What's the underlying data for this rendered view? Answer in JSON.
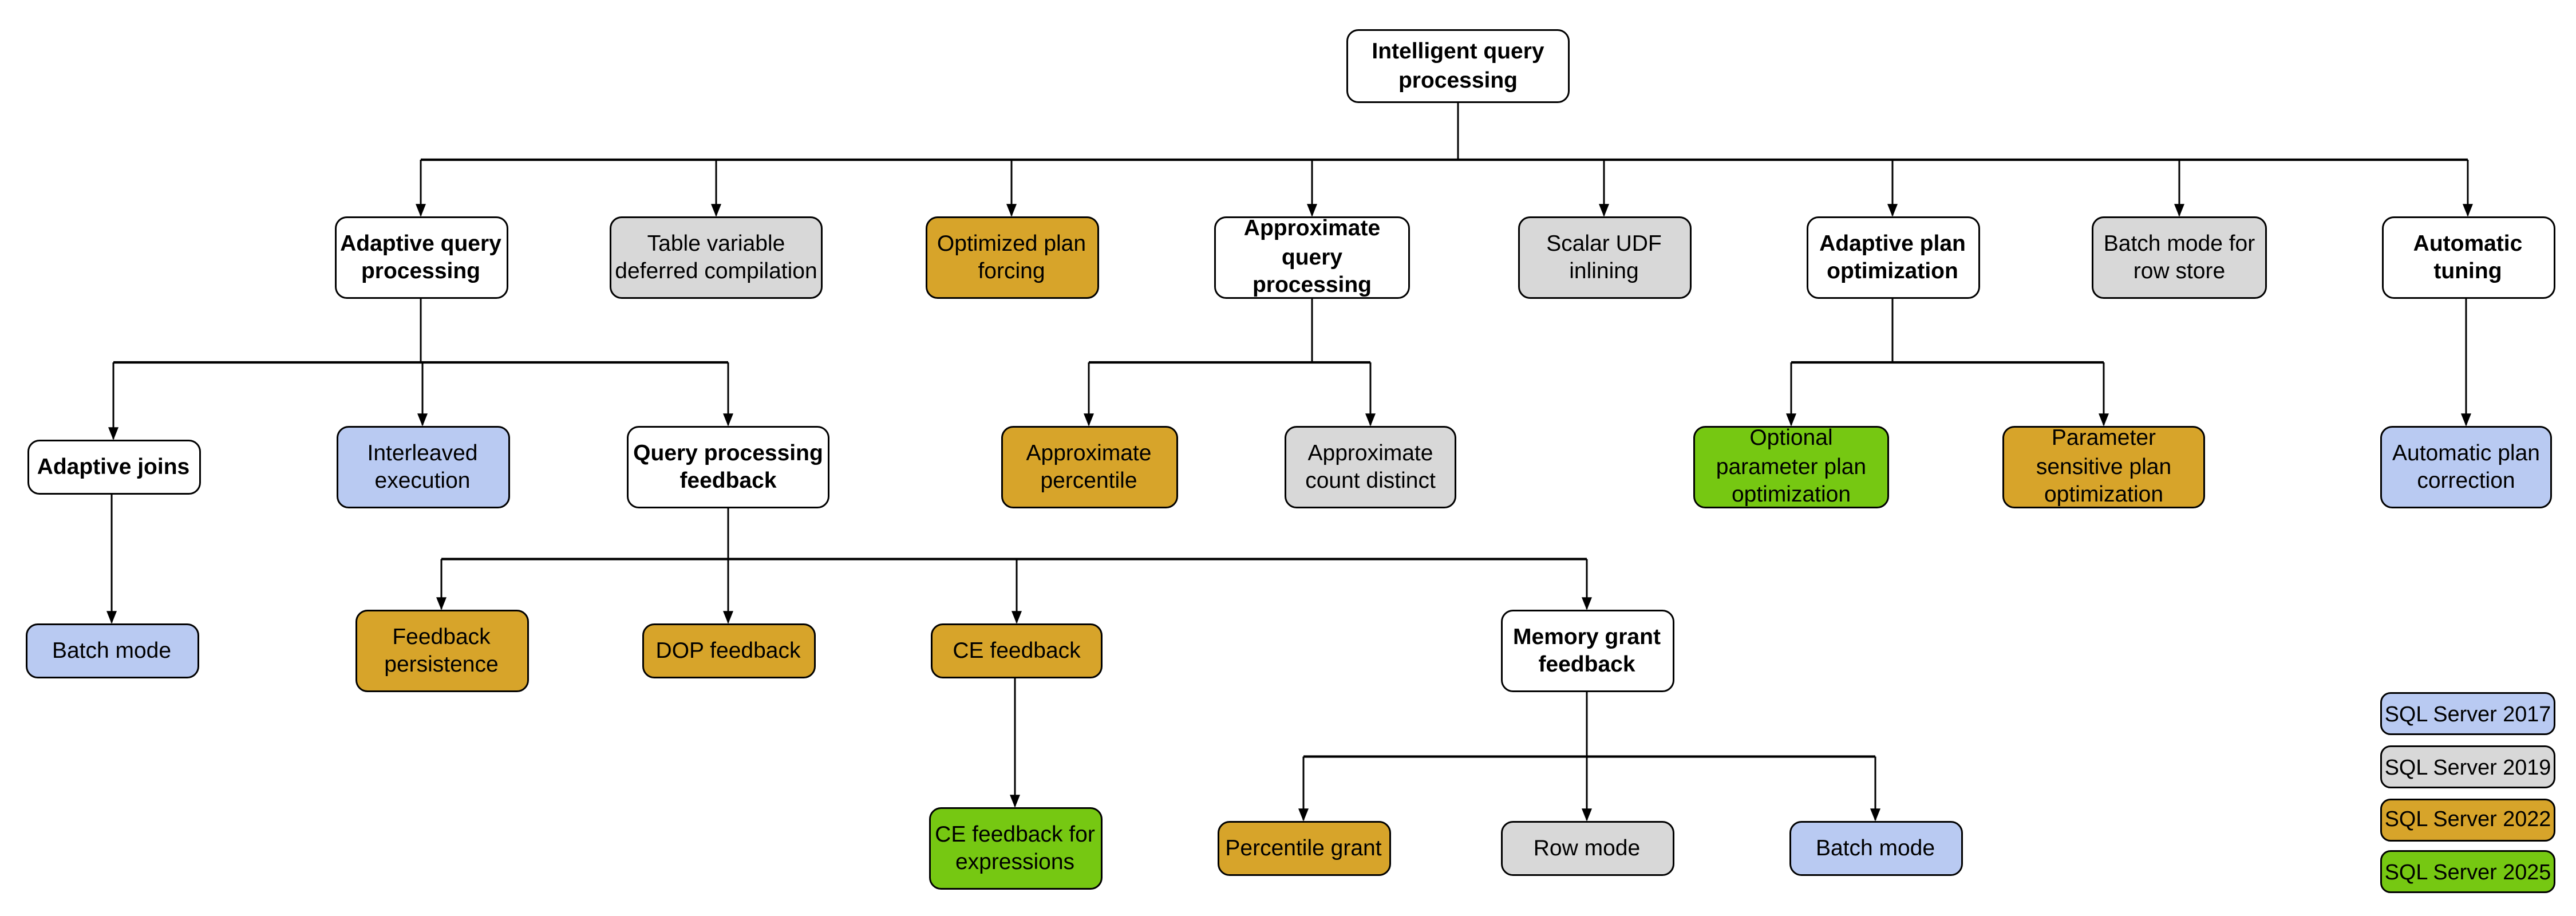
{
  "page": {
    "background": "#ffffff",
    "node_border_color": "#000000",
    "connector_color": "#000000"
  },
  "versions": [
    {
      "id": "2017",
      "label": "SQL Server 2017",
      "color": "#b9caf2"
    },
    {
      "id": "2019",
      "label": "SQL Server 2019",
      "color": "#d8d8d8"
    },
    {
      "id": "2022",
      "label": "SQL Server 2022",
      "color": "#d7a42a"
    },
    {
      "id": "2025",
      "label": "SQL Server 2025",
      "color": "#76c812"
    }
  ],
  "diagram": {
    "root_fill": "#ffffff",
    "nodes": [
      {
        "id": "root",
        "label": "Intelligent query processing",
        "version": null
      },
      {
        "id": "aqp",
        "label": "Adaptive query processing",
        "version": null
      },
      {
        "id": "tvdc",
        "label": "Table variable deferred compilation",
        "version": "2019"
      },
      {
        "id": "opf",
        "label": "Optimized plan forcing",
        "version": "2022"
      },
      {
        "id": "aqproc",
        "label": "Approximate query processing",
        "version": null
      },
      {
        "id": "sui",
        "label": "Scalar UDF inlining",
        "version": "2019"
      },
      {
        "id": "apo",
        "label": "Adaptive plan optimization",
        "version": null
      },
      {
        "id": "bmrs",
        "label": "Batch mode for row store",
        "version": "2019"
      },
      {
        "id": "at",
        "label": "Automatic tuning",
        "version": null
      },
      {
        "id": "aj",
        "label": "Adaptive joins",
        "version": null
      },
      {
        "id": "ie",
        "label": "Interleaved execution",
        "version": "2017"
      },
      {
        "id": "qpf",
        "label": "Query processing feedback",
        "version": null
      },
      {
        "id": "ap",
        "label": "Approximate percentile",
        "version": "2022"
      },
      {
        "id": "acd",
        "label": "Approximate count distinct",
        "version": "2019"
      },
      {
        "id": "oppo",
        "label": "Optional parameter plan optimization",
        "version": "2025"
      },
      {
        "id": "pspo",
        "label": "Parameter sensitive plan optimization",
        "version": "2022"
      },
      {
        "id": "apc",
        "label": "Automatic plan correction",
        "version": "2017"
      },
      {
        "id": "bm1",
        "label": "Batch mode",
        "version": "2017"
      },
      {
        "id": "fp",
        "label": "Feedback persistence",
        "version": "2022"
      },
      {
        "id": "dop",
        "label": "DOP feedback",
        "version": "2022"
      },
      {
        "id": "ce",
        "label": "CE feedback",
        "version": "2022"
      },
      {
        "id": "mgf",
        "label": "Memory grant feedback",
        "version": null
      },
      {
        "id": "cefx",
        "label": "CE feedback for expressions",
        "version": "2025"
      },
      {
        "id": "pg",
        "label": "Percentile grant",
        "version": "2022"
      },
      {
        "id": "rm",
        "label": "Row mode",
        "version": "2019"
      },
      {
        "id": "bm2",
        "label": "Batch mode",
        "version": "2017"
      }
    ],
    "edges": [
      {
        "from": "root",
        "to": [
          "aqp",
          "tvdc",
          "opf",
          "aqproc",
          "sui",
          "apo",
          "bmrs",
          "at"
        ]
      },
      {
        "from": "aqp",
        "to": [
          "aj",
          "ie",
          "qpf"
        ]
      },
      {
        "from": "aqproc",
        "to": [
          "ap",
          "acd"
        ]
      },
      {
        "from": "apo",
        "to": [
          "oppo",
          "pspo"
        ]
      },
      {
        "from": "at",
        "to": [
          "apc"
        ]
      },
      {
        "from": "aj",
        "to": [
          "bm1"
        ]
      },
      {
        "from": "qpf",
        "to": [
          "fp",
          "dop",
          "ce",
          "mgf"
        ]
      },
      {
        "from": "ce",
        "to": [
          "cefx"
        ]
      },
      {
        "from": "mgf",
        "to": [
          "pg",
          "rm",
          "bm2"
        ]
      }
    ]
  }
}
